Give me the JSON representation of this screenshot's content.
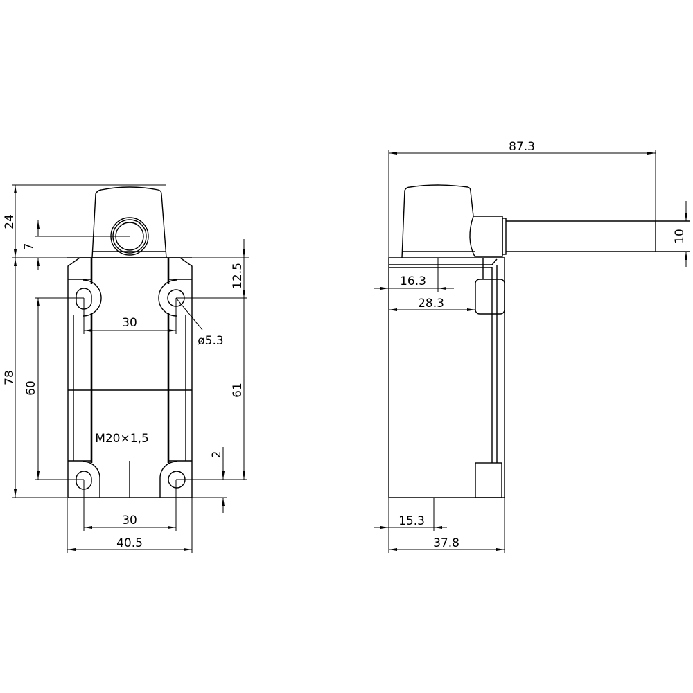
{
  "front_view": {
    "dims": {
      "head_height": "24",
      "hole_offset": "7",
      "top_to_hole": "12.5",
      "hole_spacing_top": "30",
      "hole_diameter": "ø5.3",
      "total_height": "78",
      "hole_spacing_vertical_left": "60",
      "hole_spacing_vertical_right": "61",
      "thread": "M20×1,5",
      "hole_offset_bottom": "2",
      "hole_spacing_bottom": "30",
      "width": "40.5"
    }
  },
  "side_view": {
    "dims": {
      "total_length": "87.3",
      "rod_diameter": "10",
      "head_offset": "16.3",
      "button_offset": "28.3",
      "bottom_offset": "15.3",
      "depth": "37.8"
    }
  }
}
